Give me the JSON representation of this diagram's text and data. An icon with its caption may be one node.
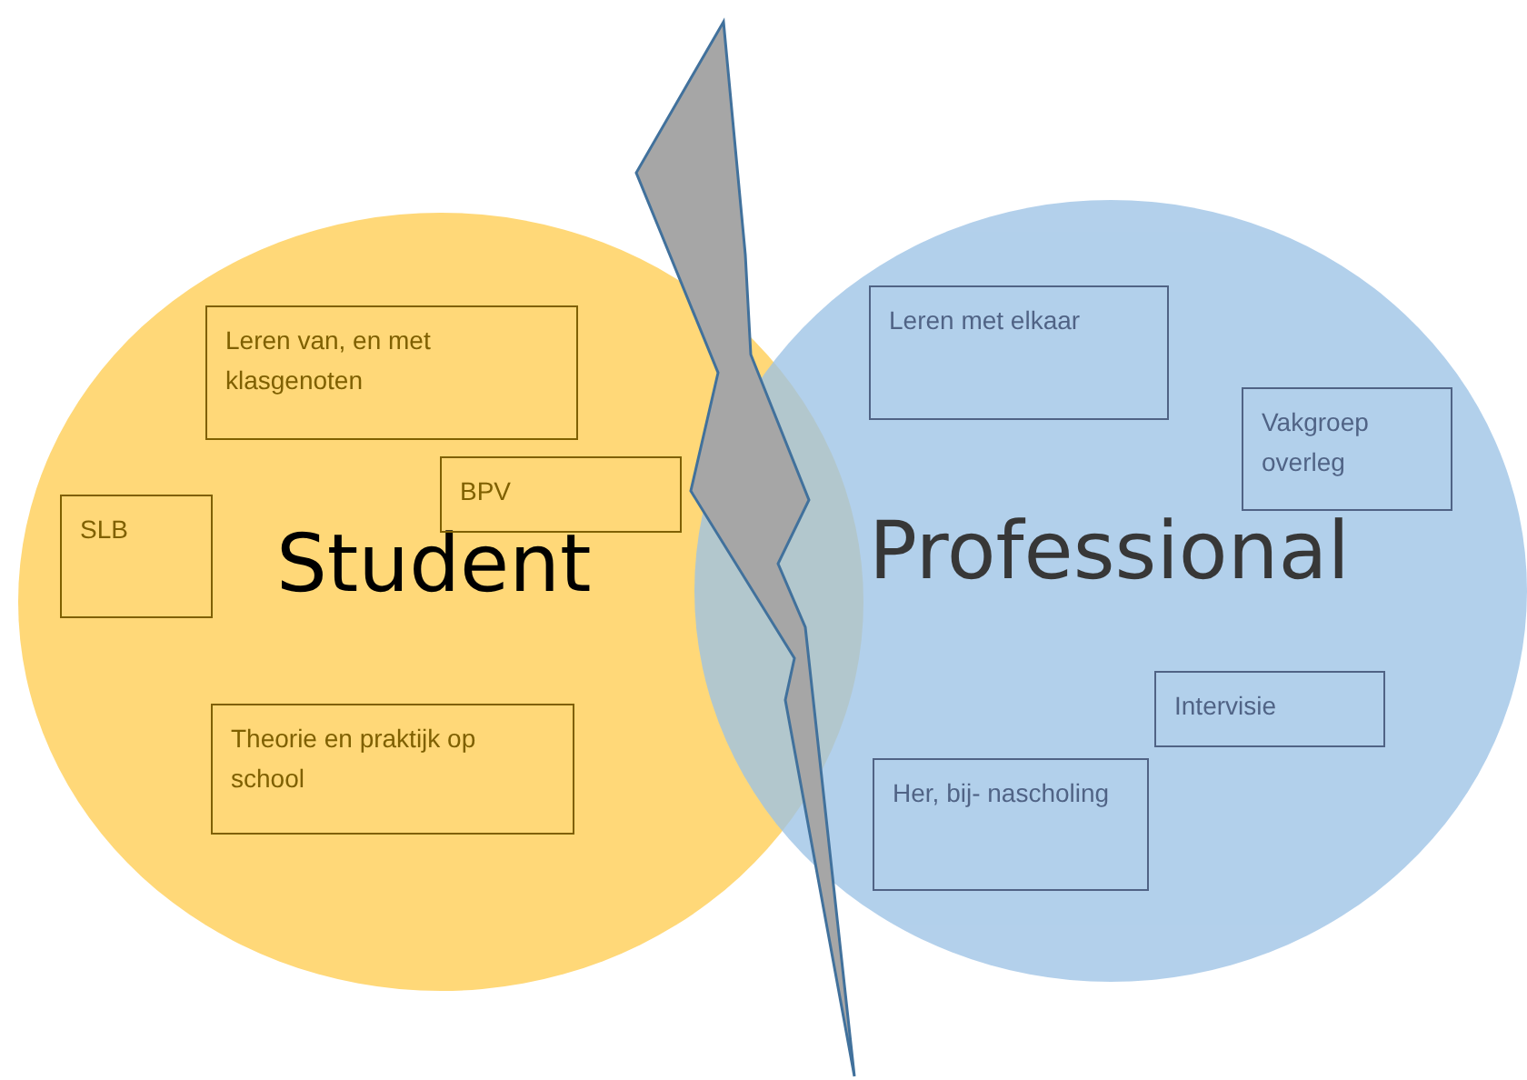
{
  "diagram": {
    "nodes": [
      {
        "text": [
          "Student"
        ]
      },
      {
        "text": [
          "Leren van, en met klasgenoten"
        ],
        "in": 0
      },
      {
        "text": [
          "SLB"
        ],
        "in": 0
      },
      {
        "text": [
          "BPV"
        ],
        "in": 0
      },
      {
        "text": [
          "Theorie en praktijk op school"
        ],
        "in": 0
      },
      {
        "text": [
          "Professional"
        ]
      },
      {
        "text": [
          "Leren met elkaar"
        ],
        "in": 5
      },
      {
        "text": [
          "Vakgroep overleg"
        ],
        "in": 5
      },
      {
        "text": [
          "Intervisie"
        ],
        "in": 5
      },
      {
        "text": [
          "Her, bij- nascholing"
        ],
        "in": 5
      }
    ]
  }
}
